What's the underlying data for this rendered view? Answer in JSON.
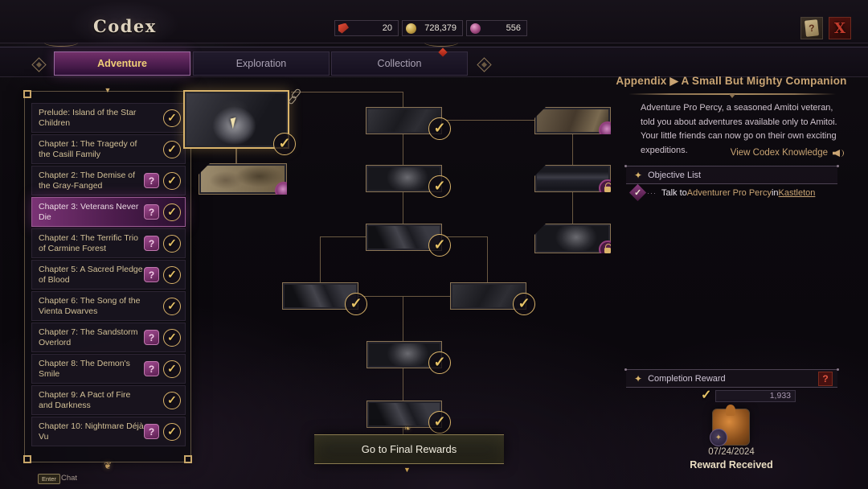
{
  "header": {
    "title": "Codex",
    "currencies": [
      {
        "name": "red-shard",
        "value": "20"
      },
      {
        "name": "gold-coin",
        "value": "728,379"
      },
      {
        "name": "pink-orb",
        "value": "556"
      }
    ],
    "help_glyph": "?",
    "close_glyph": "X"
  },
  "tabs": [
    {
      "label": "Adventure",
      "active": true
    },
    {
      "label": "Exploration",
      "active": false
    },
    {
      "label": "Collection",
      "active": false,
      "notification": true
    }
  ],
  "chapters": [
    {
      "label": "Prelude: Island of the Star Children",
      "hint": false,
      "checked": true
    },
    {
      "label": "Chapter 1: The Tragedy of the Casill Family",
      "hint": false,
      "checked": true
    },
    {
      "label": "Chapter 2: The Demise of the Gray-Fanged",
      "hint": true,
      "checked": true
    },
    {
      "label": "Chapter 3: Veterans Never Die",
      "hint": true,
      "checked": true,
      "selected": true
    },
    {
      "label": "Chapter 4: The Terrific Trio of Carmine Forest",
      "hint": true,
      "checked": true
    },
    {
      "label": "Chapter 5: A Sacred Pledge of Blood",
      "hint": true,
      "checked": true
    },
    {
      "label": "Chapter 6: The Song of the Vienta Dwarves",
      "hint": false,
      "checked": true
    },
    {
      "label": "Chapter 7: The Sandstorm Overlord",
      "hint": true,
      "checked": true
    },
    {
      "label": "Chapter 8: The Demon's Smile",
      "hint": true,
      "checked": true
    },
    {
      "label": "Chapter 9: A Pact of Fire and Darkness",
      "hint": false,
      "checked": true
    },
    {
      "label": "Chapter 10: Nightmare Déjà Vu",
      "hint": true,
      "checked": true
    }
  ],
  "appendix": {
    "breadcrumb": "Appendix",
    "separator": "▶",
    "title": "A Small But Mighty Companion",
    "description": "Adventure Pro Percy, a seasoned Amitoi veteran, told you about adventures available only to Amitoi. Your little friends can now go on their own exciting expeditions.",
    "view_knowledge": "View Codex Knowledge"
  },
  "objective": {
    "header": "Objective List",
    "item": {
      "prefix": "Talk to ",
      "target": "Adventurer Pro Percy",
      "middle": " in ",
      "location": "Kastleton",
      "done": true
    }
  },
  "completion": {
    "header": "Completion Reward",
    "help_glyph": "?",
    "count": "1,933",
    "date": "07/24/2024",
    "status": "Reward Received"
  },
  "tree": {
    "final_button": "Go to Final Rewards",
    "final_orn": "❧",
    "nodes": [
      {
        "id": "start-large",
        "state": "checked-current"
      },
      {
        "id": "map",
        "state": "sealed"
      },
      {
        "id": "mid-1",
        "state": "checked"
      },
      {
        "id": "mid-2",
        "state": "checked"
      },
      {
        "id": "mid-3",
        "state": "checked"
      },
      {
        "id": "branch-left",
        "state": "checked"
      },
      {
        "id": "branch-right",
        "state": "checked"
      },
      {
        "id": "mid-4",
        "state": "checked"
      },
      {
        "id": "mid-5",
        "state": "checked"
      },
      {
        "id": "side-1",
        "state": "sealed"
      },
      {
        "id": "side-2",
        "state": "locked"
      },
      {
        "id": "side-3",
        "state": "locked"
      }
    ]
  },
  "icons": {
    "check": "✓",
    "hint": "?",
    "fleur": "✦",
    "dots": "···",
    "orn_top": "▼",
    "final_dn": "▼"
  },
  "footer": {
    "key": "Enter",
    "label": "Chat"
  },
  "colors": {
    "gold_accent": "#d9b36a",
    "heading_gold": "#c9a473",
    "selected_purple": "#7a3375",
    "hint_magenta": "#a04a90",
    "close_red": "#c23a2c",
    "connector": "#6b5942"
  }
}
